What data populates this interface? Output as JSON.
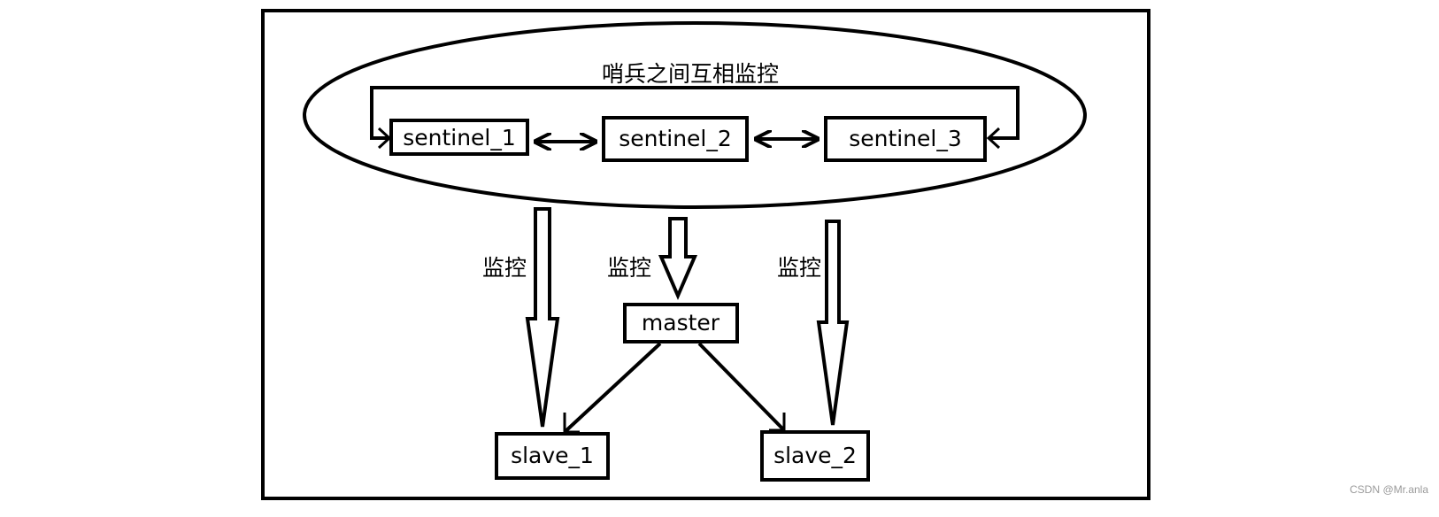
{
  "diagram": {
    "group_label": "哨兵之间互相监控",
    "sentinels": [
      "sentinel_1",
      "sentinel_2",
      "sentinel_3"
    ],
    "master": "master",
    "slaves": [
      "slave_1",
      "slave_2"
    ],
    "monitor_labels": [
      "监控",
      "监控",
      "监控"
    ]
  },
  "watermark": "CSDN @Mr.anla"
}
